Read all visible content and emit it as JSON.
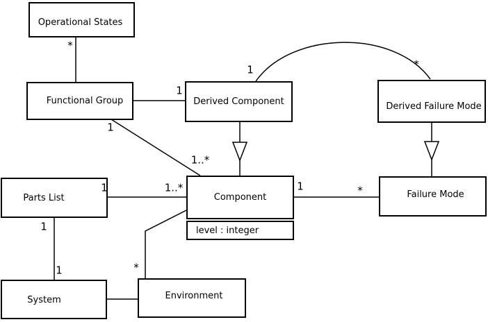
{
  "diagram": {
    "kind": "uml-class-diagram",
    "colors": {
      "background": "#ffffff",
      "line": "#000000",
      "text": "#000000",
      "box_fill": "#ffffff"
    }
  },
  "classes": [
    {
      "name": "Operational States"
    },
    {
      "name": "Functional Group"
    },
    {
      "name": "Derived Component"
    },
    {
      "name": "Derived Failure Mode"
    },
    {
      "name": "Parts List"
    },
    {
      "name": "Component",
      "attributes": [
        "level : integer"
      ]
    },
    {
      "name": "Failure Mode"
    },
    {
      "name": "System"
    },
    {
      "name": "Environment"
    }
  ],
  "multiplicities": [
    {
      "text": "*",
      "near": "operational-states-bottom"
    },
    {
      "text": "1",
      "near": "derived-component-left"
    },
    {
      "text": "1",
      "near": "functional-group-bottom"
    },
    {
      "text": "1..*",
      "near": "component-top"
    },
    {
      "text": "1",
      "near": "derived-component-top"
    },
    {
      "text": "*",
      "near": "derived-failure-mode-top"
    },
    {
      "text": "1",
      "near": "parts-list-right"
    },
    {
      "text": "1..*",
      "near": "component-left"
    },
    {
      "text": "1",
      "near": "component-right"
    },
    {
      "text": "*",
      "near": "failure-mode-left"
    },
    {
      "text": "1",
      "near": "parts-list-bottom"
    },
    {
      "text": "1",
      "near": "system-top"
    },
    {
      "text": "*",
      "near": "environment-top"
    }
  ]
}
